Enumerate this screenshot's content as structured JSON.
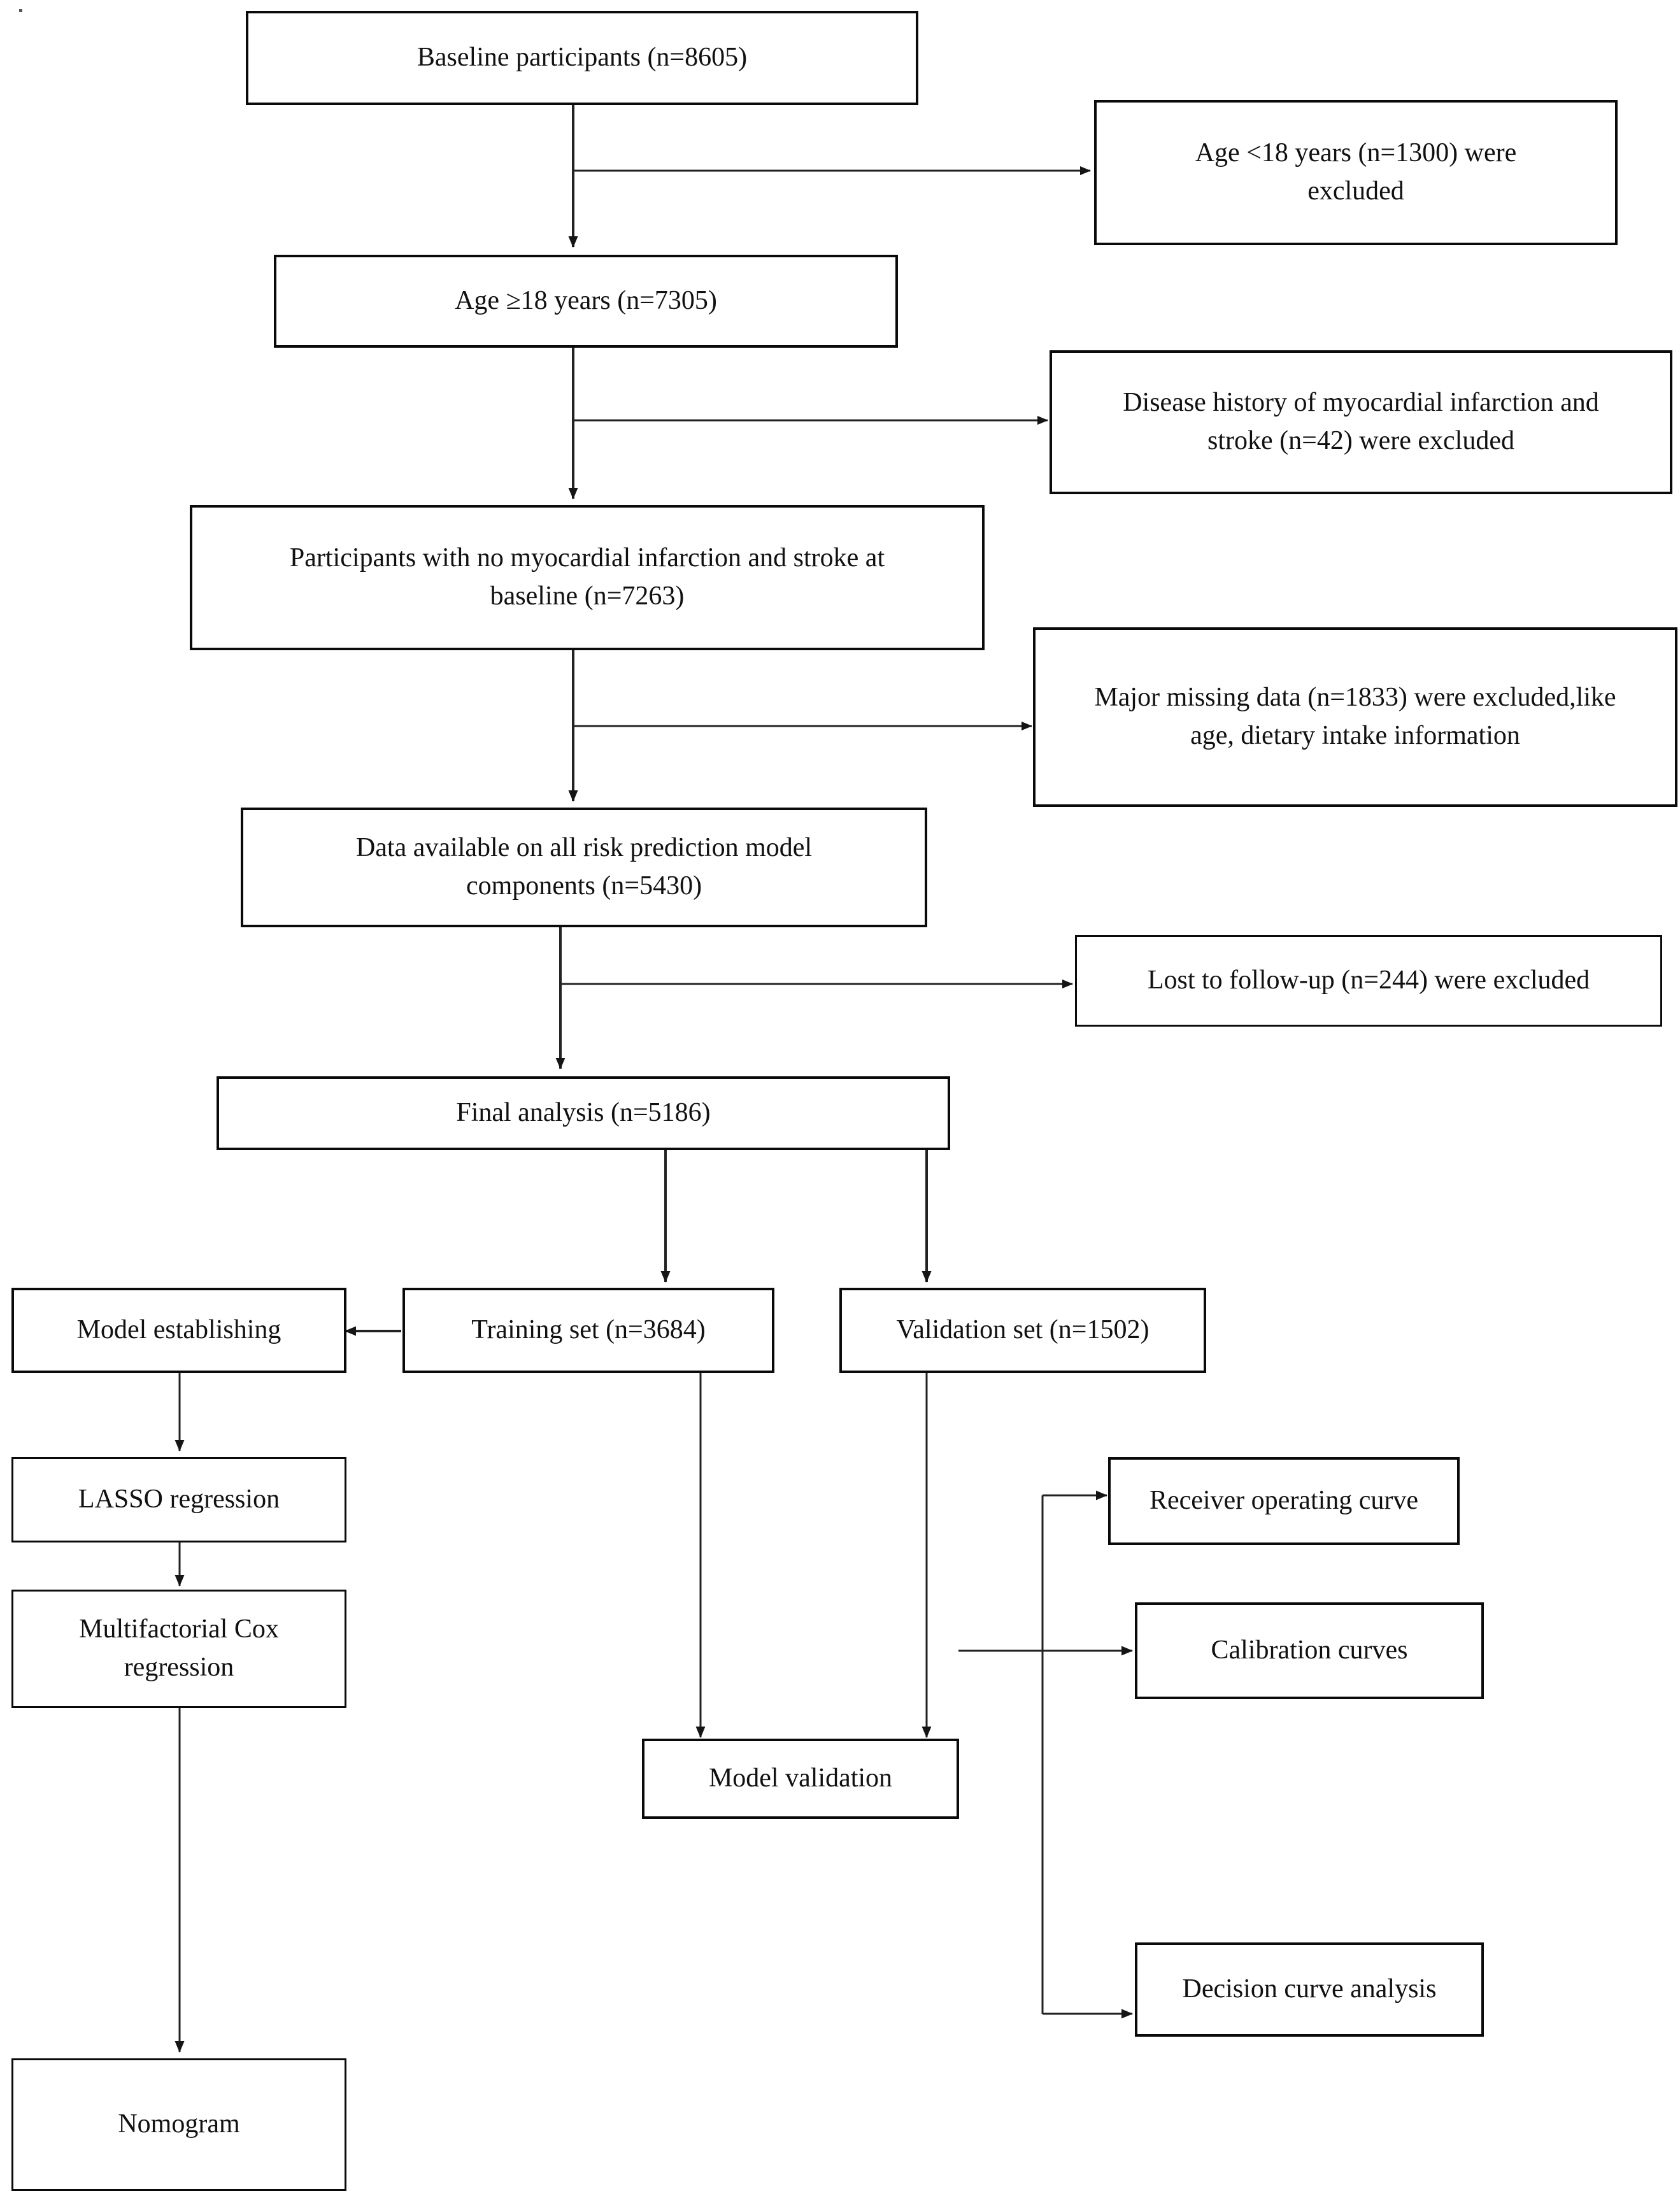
{
  "diagram": {
    "title": "Study participant selection and risk prediction model flowchart",
    "type": "flowchart",
    "nodes": [
      {
        "id": "baseline",
        "label": "Baseline participants (n=8605)"
      },
      {
        "id": "excl_age",
        "label": "Age <18 years (n=1300) were\nexcluded"
      },
      {
        "id": "age18",
        "label": "Age ≥18 years (n=7305)"
      },
      {
        "id": "excl_hist",
        "label": "Disease history of myocardial infarction and\nstroke (n=42) were excluded"
      },
      {
        "id": "no_mi",
        "label": "Participants with no myocardial infarction and stroke at\nbaseline (n=7263)"
      },
      {
        "id": "excl_miss",
        "label": "Major missing data (n=1833) were excluded,like\nage, dietary intake information"
      },
      {
        "id": "data_avail",
        "label": "Data available on all risk prediction model\ncomponents (n=5430)"
      },
      {
        "id": "excl_lost",
        "label": "Lost to follow-up (n=244) were excluded"
      },
      {
        "id": "final",
        "label": "Final analysis (n=5186)"
      },
      {
        "id": "model_est",
        "label": "Model establishing"
      },
      {
        "id": "train",
        "label": "Training set (n=3684)"
      },
      {
        "id": "valid",
        "label": "Validation set (n=1502)"
      },
      {
        "id": "lasso",
        "label": "LASSO regression"
      },
      {
        "id": "cox",
        "label": "Multifactorial Cox\nregression"
      },
      {
        "id": "nomogram",
        "label": "Nomogram"
      },
      {
        "id": "roc",
        "label": "Receiver operating curve"
      },
      {
        "id": "calib",
        "label": "Calibration curves"
      },
      {
        "id": "dca",
        "label": "Decision curve analysis"
      },
      {
        "id": "model_val",
        "label": "Model validation"
      }
    ],
    "edges": [
      {
        "from": "baseline",
        "to": "excl_age",
        "style": "elbow-right"
      },
      {
        "from": "baseline",
        "to": "age18",
        "style": "straight-down"
      },
      {
        "from": "age18",
        "to": "excl_hist",
        "style": "elbow-right"
      },
      {
        "from": "age18",
        "to": "no_mi",
        "style": "straight-down"
      },
      {
        "from": "no_mi",
        "to": "excl_miss",
        "style": "elbow-right"
      },
      {
        "from": "no_mi",
        "to": "data_avail",
        "style": "straight-down"
      },
      {
        "from": "data_avail",
        "to": "excl_lost",
        "style": "elbow-right"
      },
      {
        "from": "data_avail",
        "to": "final",
        "style": "straight-down"
      },
      {
        "from": "final",
        "to": "train",
        "style": "straight-down"
      },
      {
        "from": "final",
        "to": "valid",
        "style": "straight-down"
      },
      {
        "from": "train",
        "to": "model_est",
        "style": "straight-left"
      },
      {
        "from": "train",
        "to": "model_val",
        "style": "straight-down"
      },
      {
        "from": "valid",
        "to": "model_val",
        "style": "straight-down"
      },
      {
        "from": "model_est",
        "to": "lasso",
        "style": "straight-down"
      },
      {
        "from": "lasso",
        "to": "cox",
        "style": "straight-down"
      },
      {
        "from": "cox",
        "to": "nomogram",
        "style": "straight-down"
      },
      {
        "from": "model_val",
        "to": "calib",
        "style": "straight-right"
      },
      {
        "from": "model_val",
        "to": "roc",
        "style": "elbow-up-right"
      },
      {
        "from": "model_val",
        "to": "dca",
        "style": "elbow-down-right"
      }
    ],
    "colors": {
      "box_border": "#0a0a0a",
      "box_fill": "#ffffff",
      "connector": "#222222",
      "text": "#111111"
    }
  }
}
